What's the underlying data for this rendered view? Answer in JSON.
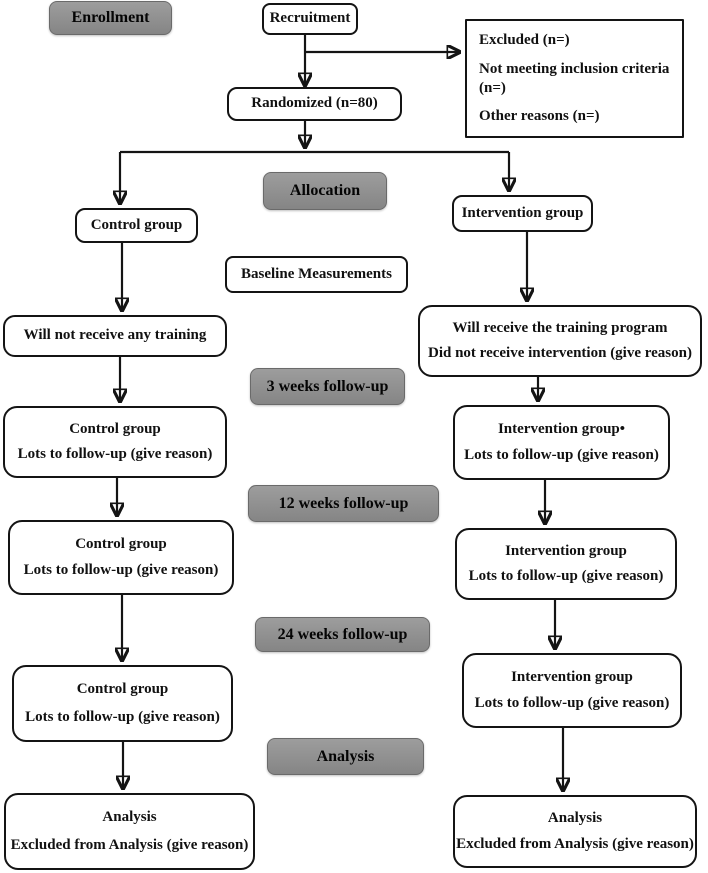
{
  "colors": {
    "badge_fill": "#8f8f8f",
    "badge_border": "#6a6a6a",
    "box_border": "#141414",
    "arrow": "#141414",
    "background": "#ffffff",
    "text": "#111111"
  },
  "badges": {
    "enrollment": {
      "label": "Enrollment"
    },
    "allocation": {
      "label": "Allocation"
    },
    "followup_3w": {
      "label": "3 weeks follow-up"
    },
    "followup_12w": {
      "label": "12 weeks follow-up"
    },
    "followup_24w": {
      "label": "24 weeks follow-up"
    },
    "analysis": {
      "label": "Analysis"
    }
  },
  "nodes": {
    "recruitment": {
      "lines": [
        "Recruitment"
      ]
    },
    "excluded": {
      "lines": [
        "Excluded (n=)",
        "Not meeting inclusion criteria (n=)",
        "Other reasons (n=)"
      ]
    },
    "randomized": {
      "lines": [
        "Randomized (n=80)"
      ]
    },
    "control_group": {
      "lines": [
        "Control group"
      ]
    },
    "intervention_group": {
      "lines": [
        "Intervention group"
      ]
    },
    "baseline_measurements": {
      "lines": [
        "Baseline Measurements"
      ]
    },
    "control_no_training": {
      "lines": [
        "Will not receive any training"
      ]
    },
    "intervention_training": {
      "lines": [
        "Will receive the training program",
        "Did not receive intervention (give reason)"
      ]
    },
    "control_3w": {
      "lines": [
        "Control group",
        "Lots to follow-up (give reason)"
      ]
    },
    "intervention_3w": {
      "lines": [
        "Intervention group•",
        "Lots to follow-up (give reason)"
      ]
    },
    "control_12w": {
      "lines": [
        "Control group",
        "Lots to follow-up (give reason)"
      ]
    },
    "intervention_12w": {
      "lines": [
        "Intervention group",
        "Lots to follow-up (give reason)"
      ]
    },
    "control_24w": {
      "lines": [
        "Control group",
        "Lots to follow-up (give reason)"
      ]
    },
    "intervention_24w": {
      "lines": [
        "Intervention group",
        "Lots to follow-up (give reason)"
      ]
    },
    "control_analysis": {
      "lines": [
        "Analysis",
        "Excluded from Analysis (give reason)"
      ]
    },
    "intervention_analysis": {
      "lines": [
        "Analysis",
        "Excluded from Analysis (give reason)"
      ]
    }
  }
}
